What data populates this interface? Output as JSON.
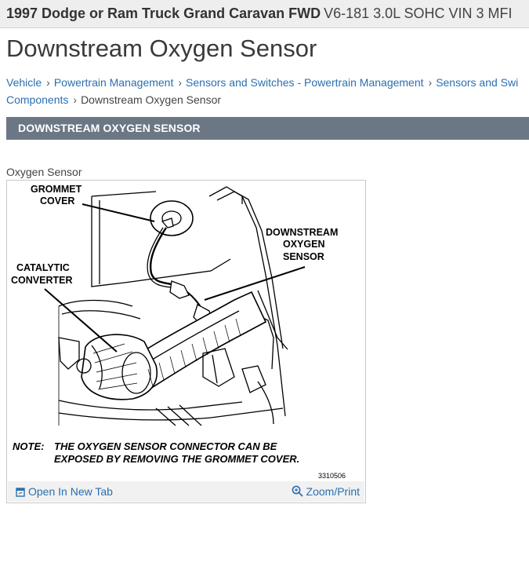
{
  "header": {
    "vehicle": "1997 Dodge or Ram Truck Grand Caravan FWD",
    "engine": "V6-181 3.0L SOHC VIN 3 MFI"
  },
  "page_title": "Downstream Oxygen Sensor",
  "breadcrumb": {
    "items": [
      "Vehicle",
      "Powertrain Management",
      "Sensors and Switches - Powertrain Management",
      "Sensors and Switches - Powertrain Management",
      "Components",
      "Downstream Oxygen Sensor"
    ],
    "line1_last_visible": "Sensors and Swi",
    "line2_first": "Components"
  },
  "section": {
    "title": "DOWNSTREAM OXYGEN SENSOR"
  },
  "figure": {
    "caption": "Oxygen Sensor",
    "labels": {
      "grommet_1": "GROMMET",
      "grommet_2": "COVER",
      "downstream_1": "DOWNSTREAM",
      "downstream_2": "OXYGEN",
      "downstream_3": "SENSOR",
      "catalytic_1": "CATALYTIC",
      "catalytic_2": "CONVERTER"
    },
    "note_prefix": "NOTE:",
    "note_line1": "THE OXYGEN SENSOR CONNECTOR CAN BE",
    "note_line2": "EXPOSED BY REMOVING THE GROMMET COVER.",
    "figure_number": "3310506",
    "open_label": "Open In New Tab",
    "zoom_label": "Zoom/Print",
    "icons": {
      "open": "open-new-tab-icon",
      "zoom": "zoom-in-icon"
    }
  },
  "colors": {
    "link": "#2a6fb0",
    "section_bar": "#6b7785",
    "topbar": "#eeeeee"
  }
}
